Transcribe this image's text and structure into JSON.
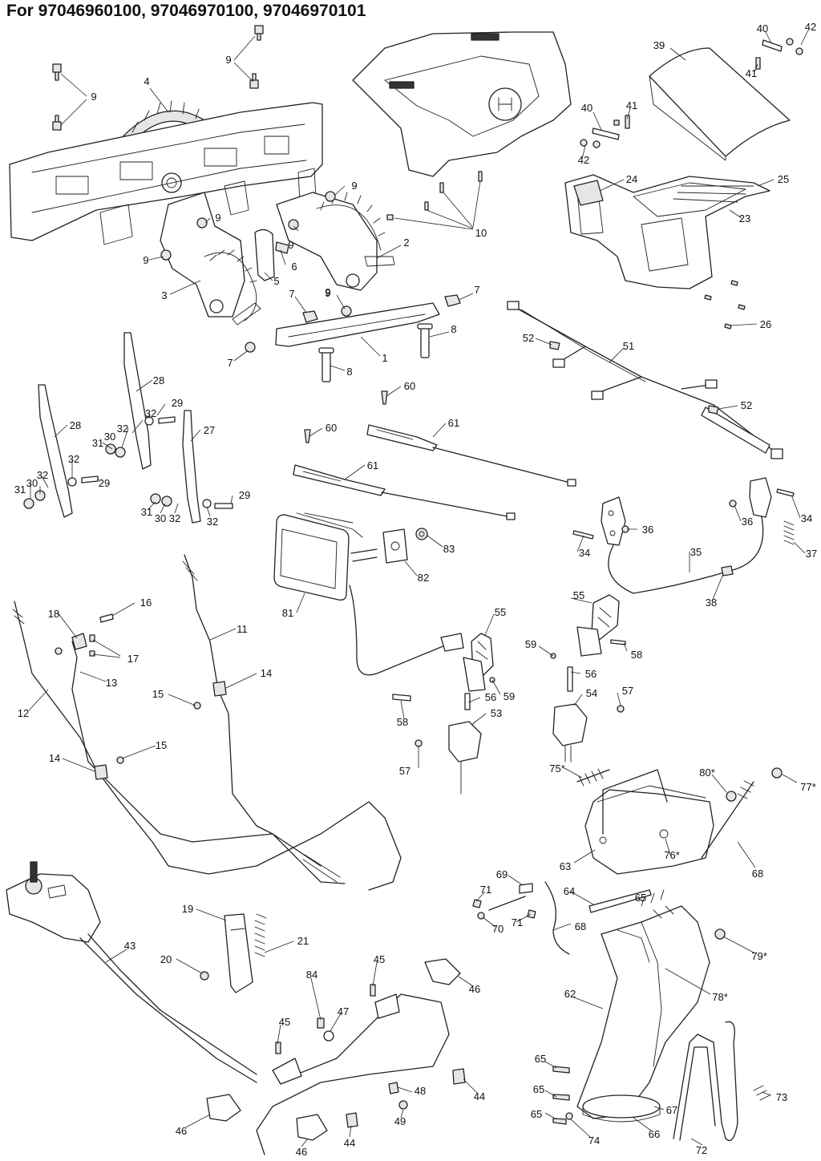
{
  "title": "For 97046960100, 97046970100, 97046970101",
  "callouts": [
    {
      "label": "9"
    },
    {
      "label": "9"
    },
    {
      "label": "4"
    },
    {
      "label": "9"
    },
    {
      "label": "9"
    },
    {
      "label": "9"
    },
    {
      "label": "9"
    },
    {
      "label": "9"
    },
    {
      "label": "2"
    },
    {
      "label": "6"
    },
    {
      "label": "5"
    },
    {
      "label": "3"
    },
    {
      "label": "7"
    },
    {
      "label": "9"
    },
    {
      "label": "7"
    },
    {
      "label": "8"
    },
    {
      "label": "1"
    },
    {
      "label": "7"
    },
    {
      "label": "8"
    },
    {
      "label": "10"
    },
    {
      "label": "40"
    },
    {
      "label": "42"
    },
    {
      "label": "39"
    },
    {
      "label": "41"
    },
    {
      "label": "40"
    },
    {
      "label": "41"
    },
    {
      "label": "42"
    },
    {
      "label": "24"
    },
    {
      "label": "25"
    },
    {
      "label": "23"
    },
    {
      "label": "26"
    },
    {
      "label": "52"
    },
    {
      "label": "51"
    },
    {
      "label": "52"
    },
    {
      "label": "60"
    },
    {
      "label": "60"
    },
    {
      "label": "61"
    },
    {
      "label": "61"
    },
    {
      "label": "28"
    },
    {
      "label": "29"
    },
    {
      "label": "32"
    },
    {
      "label": "27"
    },
    {
      "label": "28"
    },
    {
      "label": "31"
    },
    {
      "label": "30"
    },
    {
      "label": "32"
    },
    {
      "label": "32"
    },
    {
      "label": "31"
    },
    {
      "label": "30"
    },
    {
      "label": "32"
    },
    {
      "label": "29"
    },
    {
      "label": "29"
    },
    {
      "label": "31"
    },
    {
      "label": "30"
    },
    {
      "label": "32"
    },
    {
      "label": "32"
    },
    {
      "label": "36"
    },
    {
      "label": "36"
    },
    {
      "label": "34"
    },
    {
      "label": "34"
    },
    {
      "label": "37"
    },
    {
      "label": "35"
    },
    {
      "label": "38"
    },
    {
      "label": "83"
    },
    {
      "label": "82"
    },
    {
      "label": "81"
    },
    {
      "label": "16"
    },
    {
      "label": "18"
    },
    {
      "label": "11"
    },
    {
      "label": "17"
    },
    {
      "label": "13"
    },
    {
      "label": "14"
    },
    {
      "label": "12"
    },
    {
      "label": "15"
    },
    {
      "label": "15"
    },
    {
      "label": "14"
    },
    {
      "label": "55"
    },
    {
      "label": "55"
    },
    {
      "label": "59"
    },
    {
      "label": "58"
    },
    {
      "label": "56"
    },
    {
      "label": "59"
    },
    {
      "label": "56"
    },
    {
      "label": "58"
    },
    {
      "label": "53"
    },
    {
      "label": "54"
    },
    {
      "label": "57"
    },
    {
      "label": "57"
    },
    {
      "label": "75*"
    },
    {
      "label": "80*"
    },
    {
      "label": "77*"
    },
    {
      "label": "76*"
    },
    {
      "label": "63"
    },
    {
      "label": "68"
    },
    {
      "label": "69"
    },
    {
      "label": "71"
    },
    {
      "label": "64"
    },
    {
      "label": "65"
    },
    {
      "label": "70"
    },
    {
      "label": "71"
    },
    {
      "label": "68"
    },
    {
      "label": "79*"
    },
    {
      "label": "19"
    },
    {
      "label": "21"
    },
    {
      "label": "43"
    },
    {
      "label": "20"
    },
    {
      "label": "45"
    },
    {
      "label": "84"
    },
    {
      "label": "47"
    },
    {
      "label": "46"
    },
    {
      "label": "62"
    },
    {
      "label": "78*"
    },
    {
      "label": "45"
    },
    {
      "label": "65"
    },
    {
      "label": "65"
    },
    {
      "label": "73"
    },
    {
      "label": "48"
    },
    {
      "label": "44"
    },
    {
      "label": "67"
    },
    {
      "label": "65"
    },
    {
      "label": "49"
    },
    {
      "label": "74"
    },
    {
      "label": "66"
    },
    {
      "label": "46"
    },
    {
      "label": "44"
    },
    {
      "label": "46"
    },
    {
      "label": "72"
    }
  ]
}
